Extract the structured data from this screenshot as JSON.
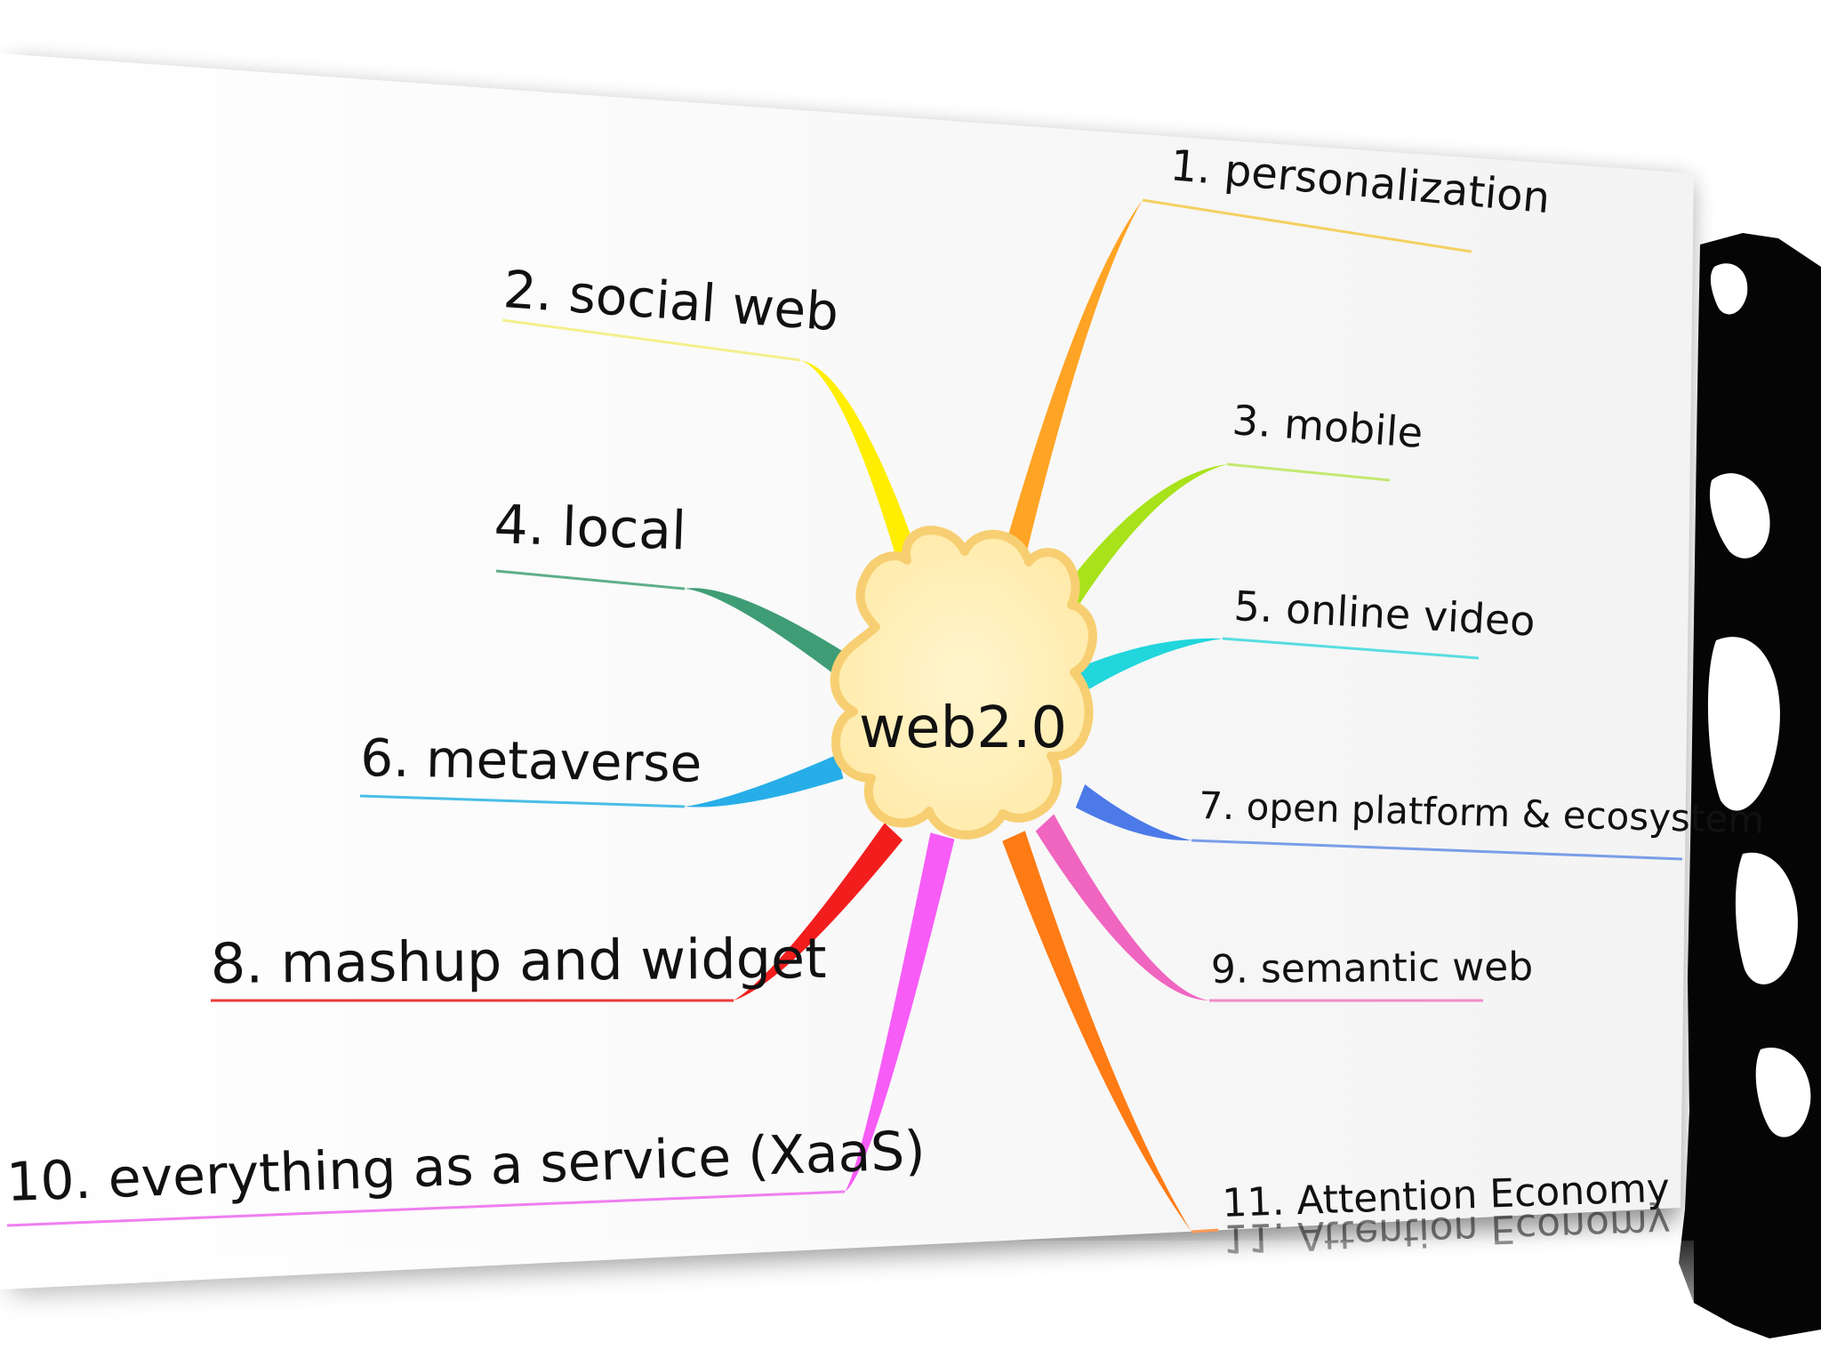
{
  "center": {
    "label": "web2.0"
  },
  "branches": [
    {
      "label": "1. personalization",
      "color": "#ffa424",
      "underline": "#f4d060"
    },
    {
      "label": "2. social web",
      "color": "#ffee00",
      "underline": "#f4f08c"
    },
    {
      "label": "3. mobile",
      "color": "#a8e21a",
      "underline": "#c4e870"
    },
    {
      "label": "4. local",
      "color": "#3f9d76",
      "underline": "#5fae8a"
    },
    {
      "label": "5. online video",
      "color": "#21d6dc",
      "underline": "#58dde0"
    },
    {
      "label": "6. metaverse",
      "color": "#27aee8",
      "underline": "#49bde6"
    },
    {
      "label": "7. open platform & ecosystem",
      "color": "#4c7ae8",
      "underline": "#7a9de8"
    },
    {
      "label": "8. mashup and widget",
      "color": "#f21e1e",
      "underline": "#ea3a3a"
    },
    {
      "label": "9. semantic web",
      "color": "#f065c0",
      "underline": "#f08ac8"
    },
    {
      "label": "10. everything as a service (XaaS)",
      "color": "#f75cf7",
      "underline": "#f07ef0"
    },
    {
      "label": "11. Attention Economy",
      "color": "#ff7b14",
      "underline": "#ff9b54"
    }
  ],
  "reflection": {
    "label": "11. Attention Economy"
  }
}
